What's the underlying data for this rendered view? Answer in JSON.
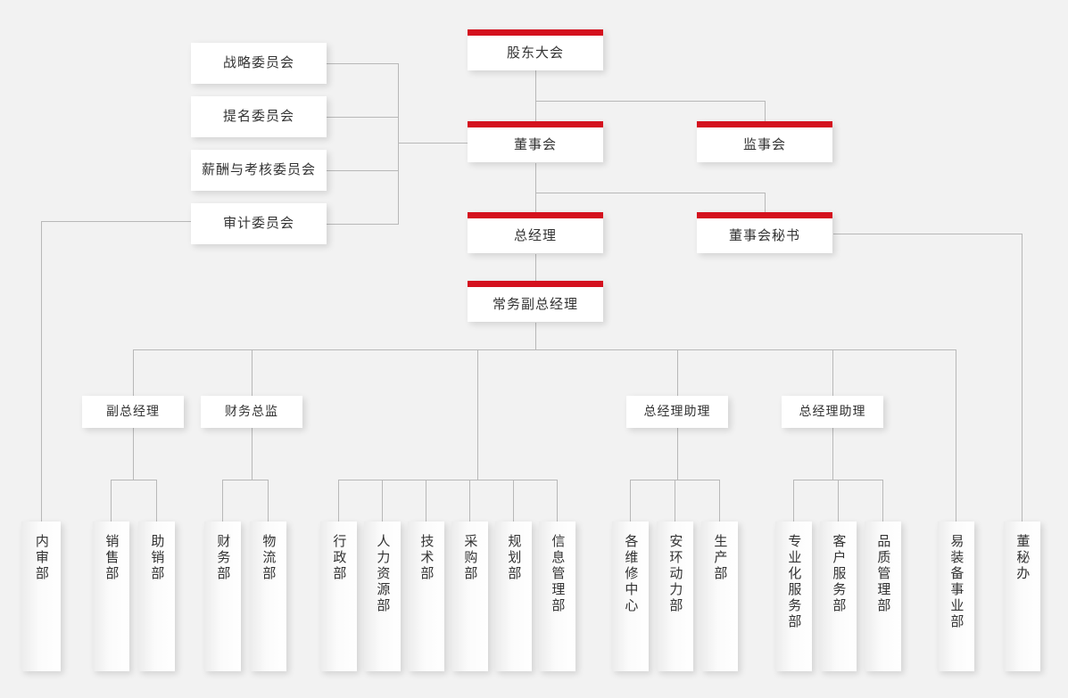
{
  "theme": {
    "background": "#f2f2f2",
    "accent_red": "#d4111e",
    "line_color": "#b8b8b8",
    "box_background": "#ffffff",
    "text_color": "#333333"
  },
  "chart_title": "",
  "executives": [
    {
      "id": "shareholders",
      "label": "股东大会"
    },
    {
      "id": "board",
      "label": "董事会"
    },
    {
      "id": "supervisors",
      "label": "监事会"
    },
    {
      "id": "gm",
      "label": "总经理"
    },
    {
      "id": "board-sec",
      "label": "董事会秘书"
    },
    {
      "id": "exec-vgm",
      "label": "常务副总经理"
    }
  ],
  "committees": [
    {
      "id": "strategy",
      "label": "战略委员会"
    },
    {
      "id": "nomination",
      "label": "提名委员会"
    },
    {
      "id": "compensation",
      "label": "薪酬与考核委员会"
    },
    {
      "id": "audit",
      "label": "审计委员会"
    }
  ],
  "managers": [
    {
      "id": "vgm",
      "label": "副总经理"
    },
    {
      "id": "cfo",
      "label": "财务总监"
    },
    {
      "id": "gm-asst-1",
      "label": "总经理助理"
    },
    {
      "id": "gm-asst-2",
      "label": "总经理助理"
    }
  ],
  "departments": [
    {
      "id": "internal-audit",
      "label": "内审部",
      "parent": "audit"
    },
    {
      "id": "sales",
      "label": "销售部",
      "parent": "vgm"
    },
    {
      "id": "sales-support",
      "label": "助销部",
      "parent": "vgm"
    },
    {
      "id": "finance",
      "label": "财务部",
      "parent": "cfo"
    },
    {
      "id": "logistics",
      "label": "物流部",
      "parent": "cfo"
    },
    {
      "id": "administration",
      "label": "行政部",
      "parent": "exec-vgm"
    },
    {
      "id": "human-resources",
      "label": "人力资源部",
      "parent": "exec-vgm"
    },
    {
      "id": "technology",
      "label": "技术部",
      "parent": "exec-vgm"
    },
    {
      "id": "procurement",
      "label": "采购部",
      "parent": "exec-vgm"
    },
    {
      "id": "planning",
      "label": "规划部",
      "parent": "exec-vgm"
    },
    {
      "id": "info-management",
      "label": "信息管理部",
      "parent": "exec-vgm"
    },
    {
      "id": "maintenance",
      "label": "各维修中心",
      "parent": "gm-asst-1"
    },
    {
      "id": "safety-power",
      "label": "安环动力部",
      "parent": "gm-asst-1"
    },
    {
      "id": "production",
      "label": "生产部",
      "parent": "gm-asst-1"
    },
    {
      "id": "pro-services",
      "label": "专业化服务部",
      "parent": "gm-asst-2"
    },
    {
      "id": "customer-service",
      "label": "客户服务部",
      "parent": "gm-asst-2"
    },
    {
      "id": "quality",
      "label": "品质管理部",
      "parent": "gm-asst-2"
    },
    {
      "id": "equipment-div",
      "label": "易装备事业部",
      "parent": "exec-vgm"
    },
    {
      "id": "sec-office",
      "label": "董秘办",
      "parent": "board-sec"
    }
  ]
}
